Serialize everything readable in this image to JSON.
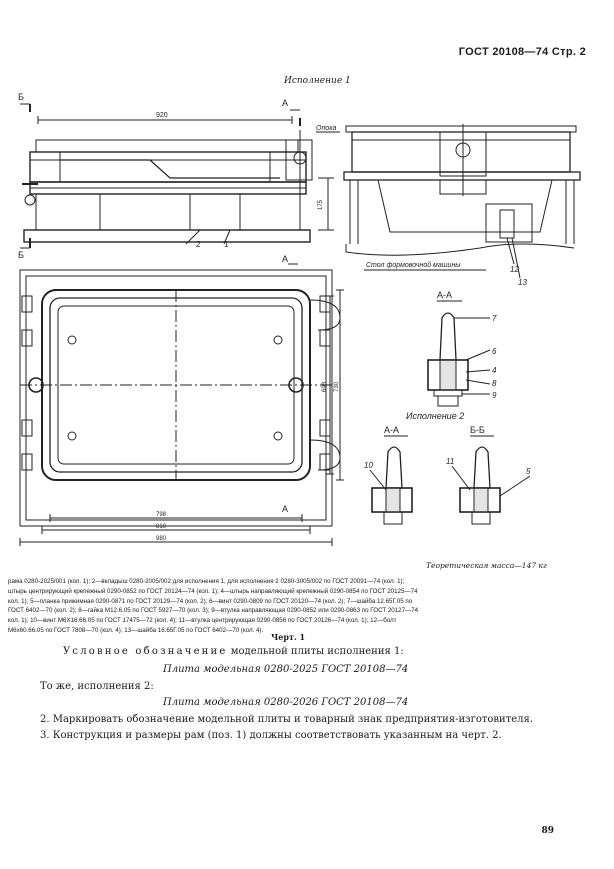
{
  "header": {
    "title": "ГОСТ 20108—74 Стр. 2"
  },
  "drawing": {
    "variant1_label": "Исполнение 1",
    "variant2_label": "Исполнение 2",
    "label_opoka": "Опока",
    "label_stol": "Стол формовочной машины",
    "section_a": "А",
    "section_b": "Б",
    "section_aa": "А-А",
    "section_bb": "Б-Б",
    "dim_top": "920",
    "dim_h": "175",
    "dim_798": "798",
    "dim_810": "810",
    "dim_980": "980",
    "dim_698": "698",
    "dim_730": "730",
    "callouts": [
      "1",
      "2",
      "4",
      "5",
      "6",
      "7",
      "8",
      "9",
      "10",
      "11",
      "12",
      "13"
    ]
  },
  "mass": "Теоретическая масса—147 кг",
  "legend_lines": [
    "рама 0280-2025/001 (кол. 1); 2—вкладыш 0280-2005/002 для исполнения 1, для исполнения 2 0280-3005/002 по ГОСТ 20091—74 (кол. 1);",
    "штырь центрирующий крепежный 0290-0852 по ГОСТ 20124—74 (кол. 1); 4—штырь направляющий крепежный 0290-0854 по ГОСТ 20125—74",
    "кол. 1); 5—планка прижимная 0290-0871 по ГОСТ 20129—74 (кол. 2); 6—винт 0290-0809 по ГОСТ 20120—74 (кол. 2); 7—шайба 12.65Г.05 по",
    "ГОСТ 6402—70 (кол. 2); 8—гайка М12.6.05 по ГОСТ 5927—70 (кол. 3); 9—втулка направляющая 0290-0852 или 0290-0863 по ГОСТ 20127—74",
    "кол. 1); 10—винт М6Х16.66.05 по ГОСТ 17475—72 (кол. 4); 11—втулка центрирующая 0290-0856 по ГОСТ 20126—74 (кол. 1); 12—болт",
    "М6х60.66.05 по ГОСТ 7808—70 (кол. 4); 13—шайба 16.65Г.05 по ГОСТ 6402—70 (кол. 4)."
  ],
  "figure_caption": "Черт. 1",
  "designation_intro_spaced": "Условное обозначение",
  "designation_intro_rest": "модельной плиты исполнения 1:",
  "designation_1": "Плита модельная 0280-2025 ГОСТ 20108—74",
  "same_variant2": "То же, исполнения 2:",
  "designation_2": "Плита модельная 0280-2026 ГОСТ 20108—74",
  "item2": "2. Маркировать обозначение модельной плиты и товарный знак предприятия-изготовителя.",
  "item3": "3. Конструкция и размеры рам (поз. 1) должны соответствовать указанным на черт. 2.",
  "page_number": "89"
}
